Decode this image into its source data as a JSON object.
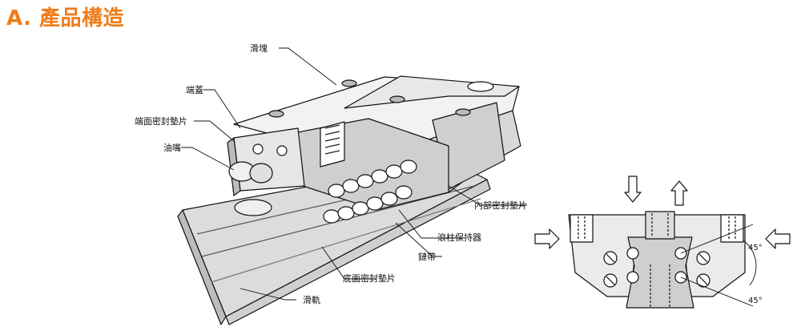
{
  "heading": {
    "title": "A. 產品構造"
  },
  "labels": {
    "block": "滑塊",
    "end_cap": "端蓋",
    "end_seal": "端面密封墊片",
    "grease_nipple": "油嘴",
    "inner_seal": "內部密封墊片",
    "roller_retainer": "滾柱保持器",
    "chain": "鏈帶",
    "bottom_seal": "底面密封墊片",
    "rail": "滑軌"
  },
  "section_view": {
    "angle_upper": "45°",
    "angle_lower": "45°"
  }
}
